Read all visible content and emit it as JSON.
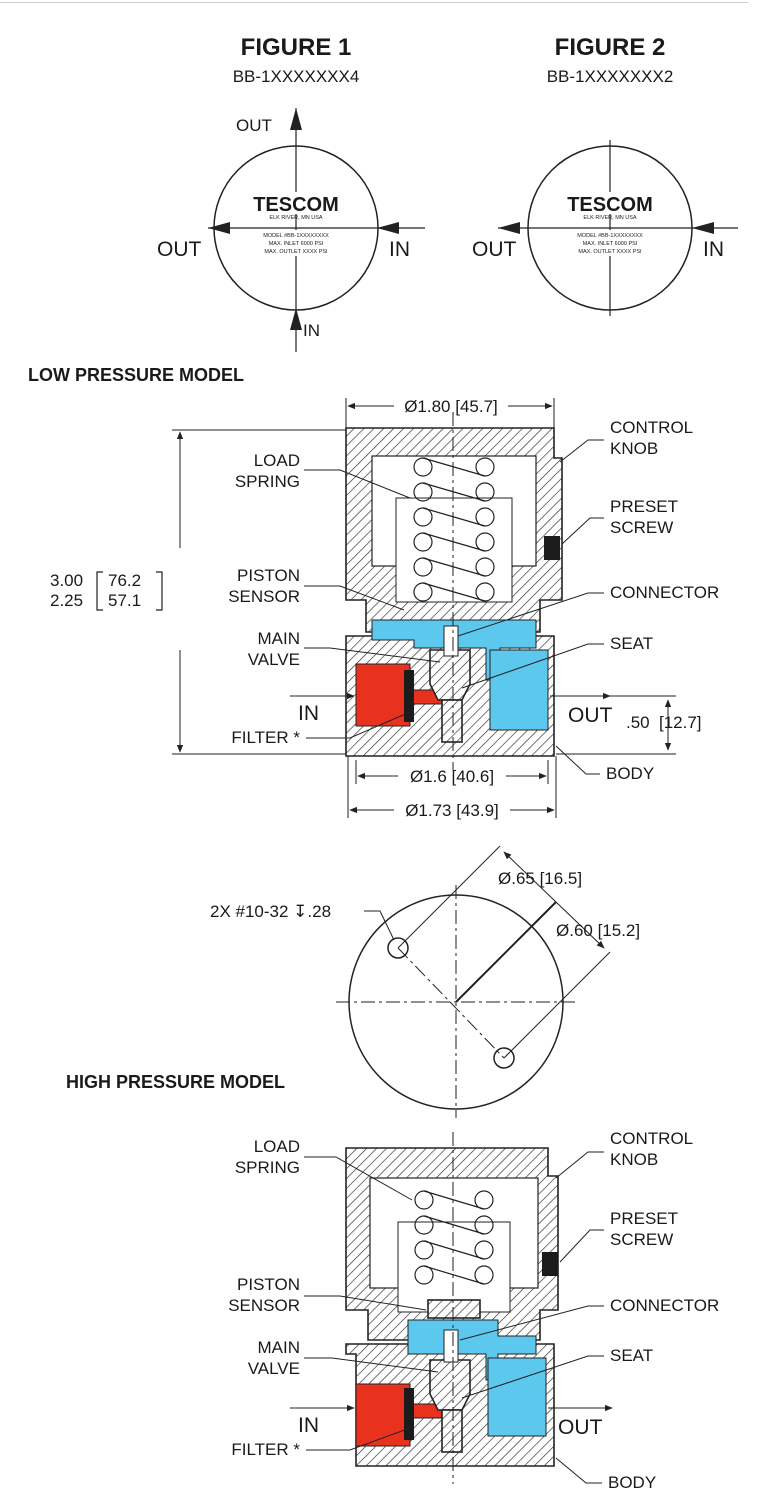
{
  "figure1": {
    "title": "FIGURE 1",
    "part": "BB-1XXXXXXX4",
    "port_out_top": "OUT",
    "port_out_left": "OUT",
    "port_in_right": "IN",
    "port_in_bottom": "IN"
  },
  "figure2": {
    "title": "FIGURE 2",
    "part": "BB-1XXXXXXX2",
    "port_out_left": "OUT",
    "port_in_right": "IN"
  },
  "nameplate": {
    "brand": "TESCOM",
    "origin": "ELK RIVER, MN USA",
    "model": "MODEL #BB-1XXXXXXXX",
    "max_inlet": "MAX. INLET 6000 PSI",
    "max_outlet": "MAX. OUTLET XXXX PSI"
  },
  "low_pressure": {
    "heading": "LOW PRESSURE MODEL",
    "dim_top": "Ø1.80 [45.7]",
    "height_in_1": "3.00",
    "height_in_2": "2.25",
    "height_mm_1": "76.2",
    "height_mm_2": "57.1",
    "dim_body": "Ø1.6 [40.6]",
    "dim_bottom": "Ø1.73 [43.9]",
    "port_height_in": ".50",
    "port_height_mm": "[12.7]",
    "in_label": "IN",
    "out_label": "OUT",
    "labels": {
      "load_spring_1": "LOAD",
      "load_spring_2": "SPRING",
      "piston_sensor_1": "PISTON",
      "piston_sensor_2": "SENSOR",
      "main_valve_1": "MAIN",
      "main_valve_2": "VALVE",
      "filter": "FILTER *",
      "control_knob_1": "CONTROL",
      "control_knob_2": "KNOB",
      "preset_screw_1": "PRESET",
      "preset_screw_2": "SCREW",
      "connector": "CONNECTOR",
      "seat": "SEAT",
      "body": "BODY"
    }
  },
  "bottom_view": {
    "dim_bolt_circle": "Ø.65 [16.5]",
    "dim_pilot": "Ø.60 [15.2]",
    "holes": "2X #10-32 ↧.28"
  },
  "high_pressure": {
    "heading": "HIGH PRESSURE MODEL",
    "in_label": "IN",
    "out_label": "OUT",
    "labels": {
      "load_spring_1": "LOAD",
      "load_spring_2": "SPRING",
      "piston_sensor_1": "PISTON",
      "piston_sensor_2": "SENSOR",
      "main_valve_1": "MAIN",
      "main_valve_2": "VALVE",
      "filter": "FILTER *",
      "control_knob_1": "CONTROL",
      "control_knob_2": "KNOB",
      "preset_screw_1": "PRESET",
      "preset_screw_2": "SCREW",
      "connector": "CONNECTOR",
      "seat": "SEAT",
      "body": "BODY"
    }
  },
  "colors": {
    "inlet": "#e8321e",
    "outlet": "#5cc8ee",
    "hatch": "#2b2b2b"
  }
}
